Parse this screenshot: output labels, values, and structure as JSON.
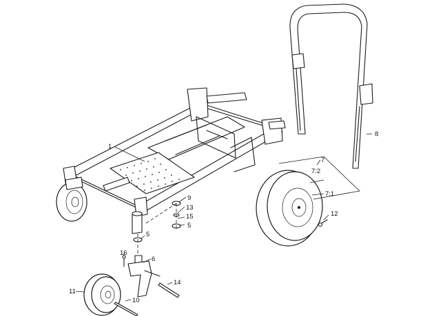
{
  "callouts": {
    "c1": "1",
    "c5a": "5",
    "c5b": "5",
    "c6": "6",
    "c7": "7",
    "c7_1": "7:1",
    "c7_2": "7:2",
    "c8": "8",
    "c9": "9",
    "c10": "10",
    "c11": "11",
    "c12": "12",
    "c13": "13",
    "c14": "14",
    "c15": "15",
    "c16": "16"
  }
}
